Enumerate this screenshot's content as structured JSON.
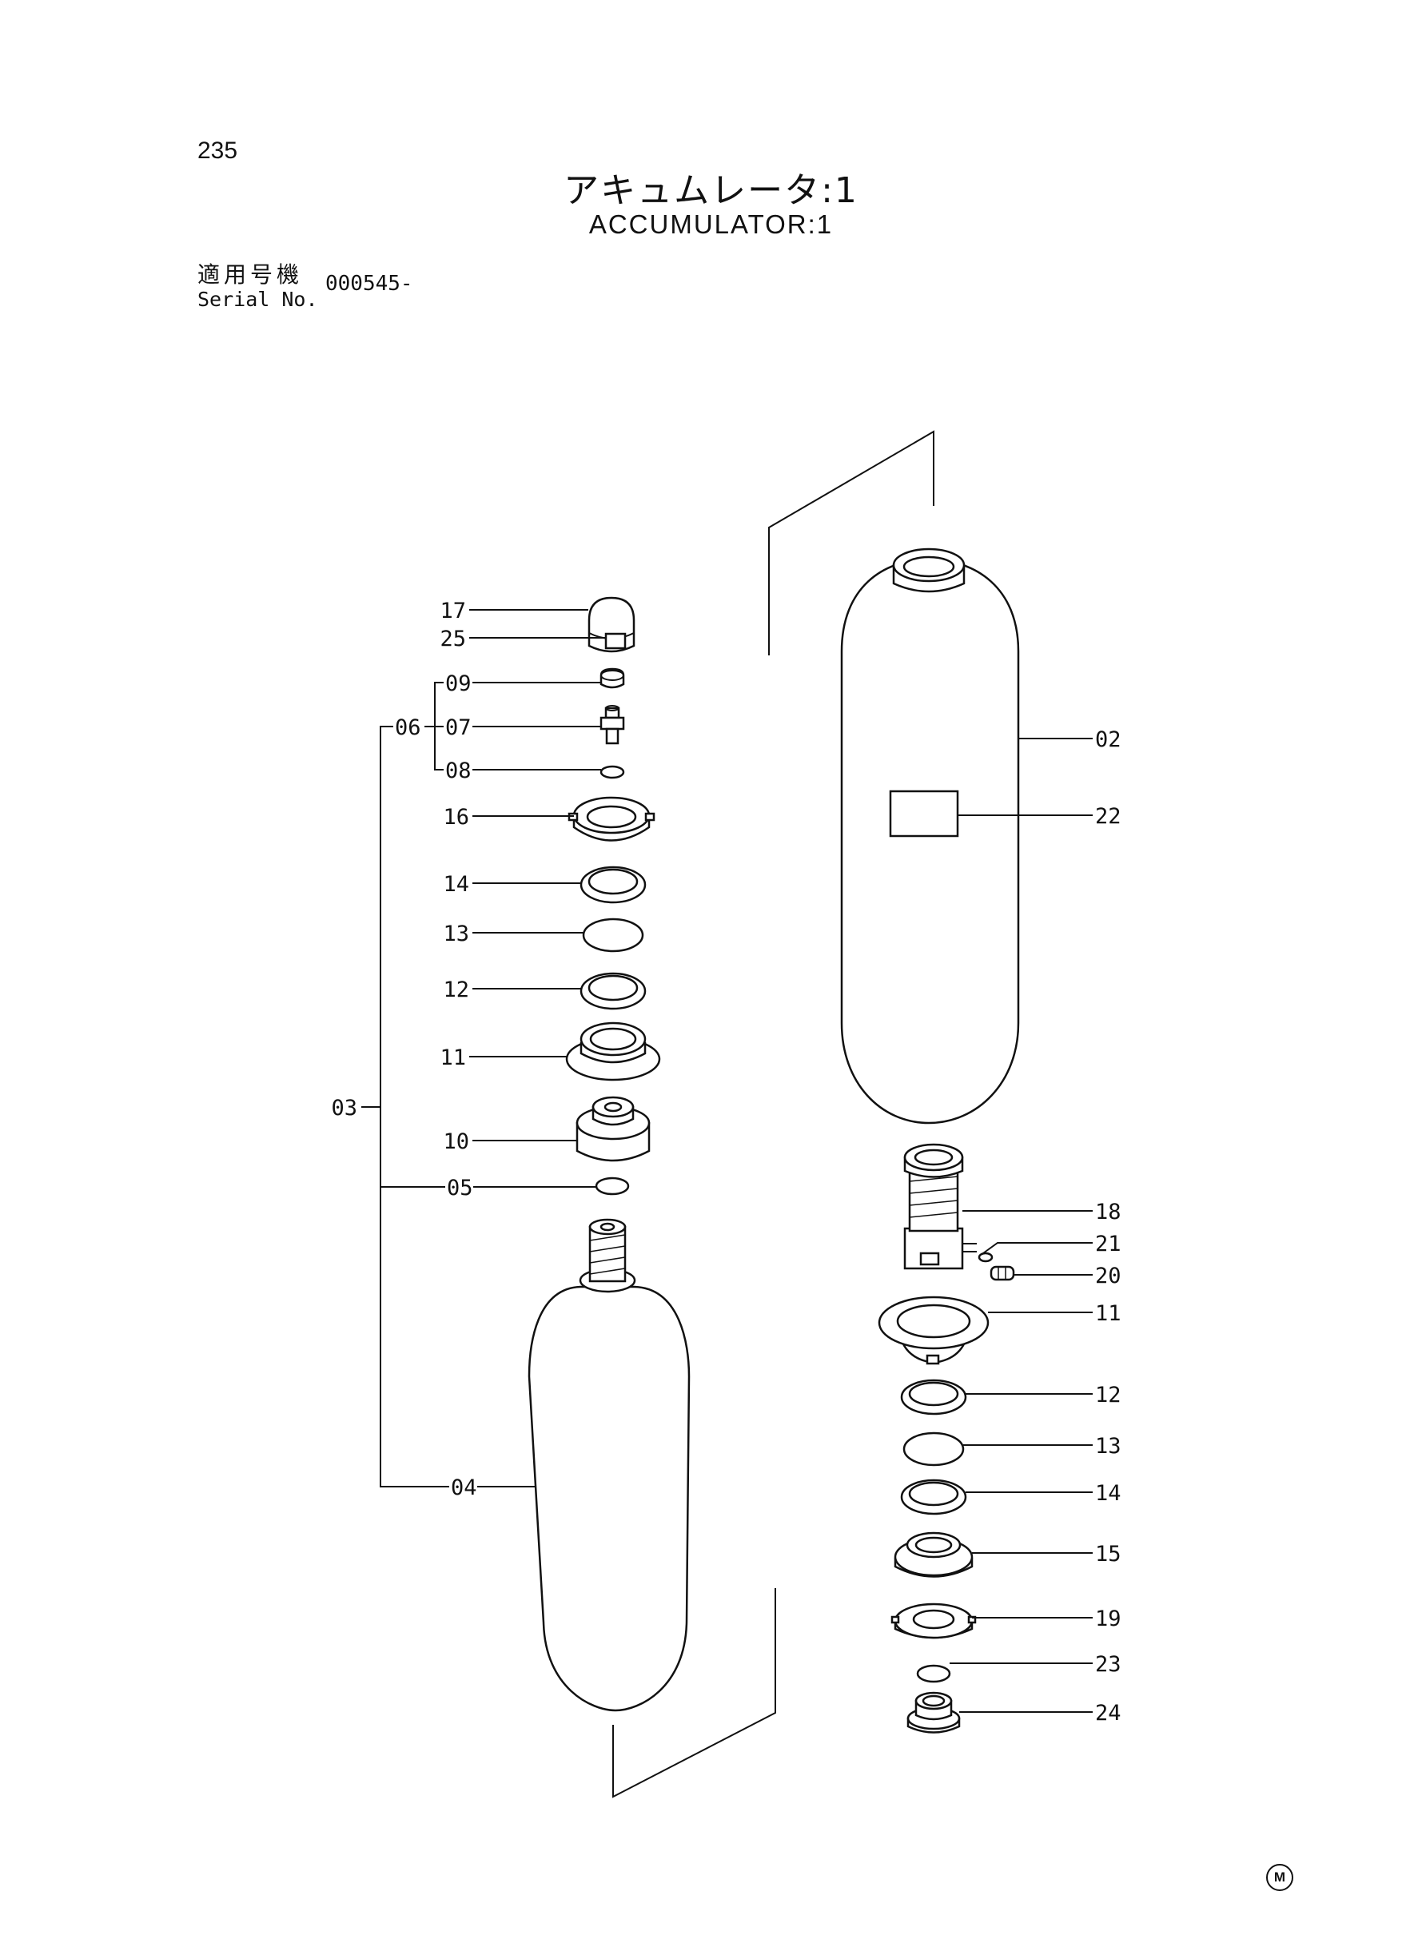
{
  "header": {
    "page_number": "235",
    "title_jp": "アキュムレータ:1",
    "title_en": "ACCUMULATOR:1",
    "serial_label_jp": "適用号機",
    "serial_label_en": "Serial No.",
    "serial_value": "000545-"
  },
  "callouts": {
    "c17": "17",
    "c25": "25",
    "c09": "09",
    "c06": "06",
    "c07": "07",
    "c08": "08",
    "c16": "16",
    "c14a": "14",
    "c13a": "13",
    "c12a": "12",
    "c11a": "11",
    "c03": "03",
    "c10": "10",
    "c05": "05",
    "c04": "04",
    "c02": "02",
    "c22": "22",
    "c18": "18",
    "c21": "21",
    "c20": "20",
    "c11b": "11",
    "c12b": "12",
    "c13b": "13",
    "c14b": "14",
    "c15": "15",
    "c19": "19",
    "c23": "23",
    "c24": "24"
  },
  "mark": "M"
}
